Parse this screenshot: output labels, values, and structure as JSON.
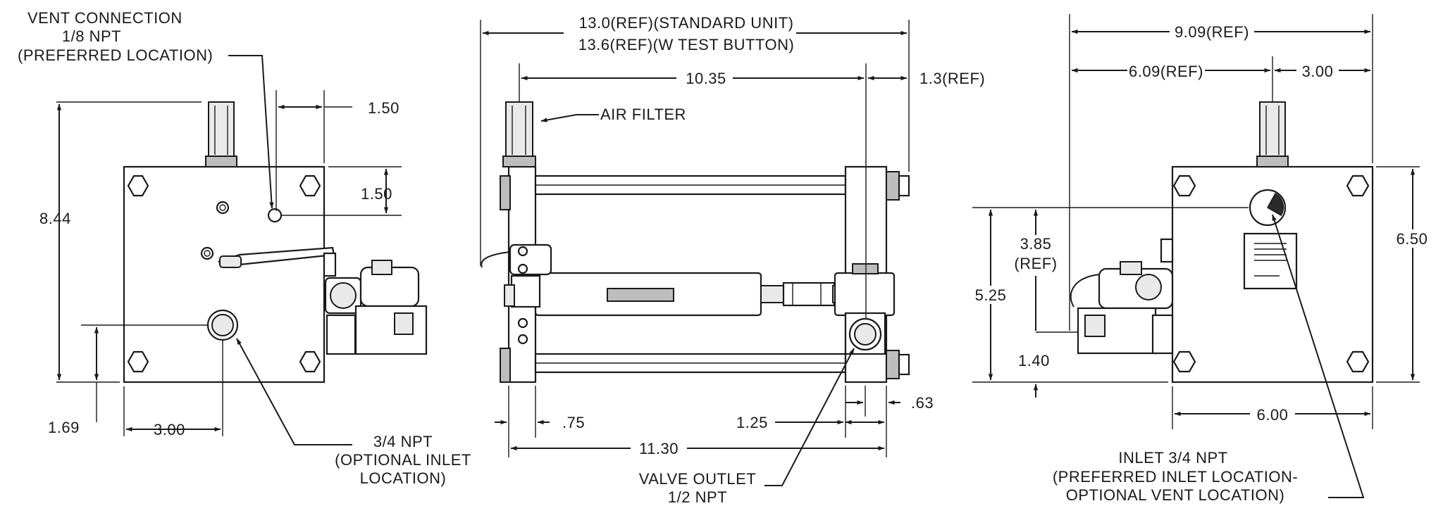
{
  "colors": {
    "line": "#1a1a1a",
    "background": "#ffffff",
    "body_fill": "#ffffff",
    "shade": "#bdbdbd"
  },
  "left_view": {
    "vent_connection": "VENT CONNECTION",
    "vent_size": "1/8 NPT",
    "vent_note": "(PREFERRED LOCATION)",
    "dim_top_offset": "1.50",
    "dim_vent_drop": "1.50",
    "dim_height": "8.44",
    "dim_inlet_height": "1.69",
    "dim_inlet_x": "3.00",
    "inlet_size": "3/4 NPT",
    "inlet_note_1": "(OPTIONAL INLET",
    "inlet_note_2": "LOCATION)"
  },
  "middle_view": {
    "dim_overall_1": "13.0(REF)(STANDARD UNIT)",
    "dim_overall_2": "13.6(REF)(W TEST BUTTON)",
    "dim_span": "10.35",
    "dim_right_ref": "1.3(REF)",
    "air_filter": "AIR FILTER",
    "dim_left_flange": ".75",
    "dim_right_block": "1.25",
    "dim_right_nut": ".63",
    "dim_total": "11.30",
    "valve_outlet": "VALVE OUTLET",
    "valve_outlet_size": "1/2 NPT"
  },
  "right_view": {
    "dim_total_width": "9.09(REF)",
    "dim_left_ref": "6.09(REF)",
    "dim_right": "3.00",
    "dim_height": "6.50",
    "dim_gauge_height": "5.25",
    "dim_gauge_ref_1": "3.85",
    "dim_gauge_ref_2": "(REF)",
    "dim_bottom": "1.40",
    "dim_body_width": "6.00",
    "inlet_title": "INLET 3/4 NPT",
    "inlet_note_1": "(PREFERRED INLET LOCATION-",
    "inlet_note_2": "OPTIONAL VENT LOCATION)"
  }
}
